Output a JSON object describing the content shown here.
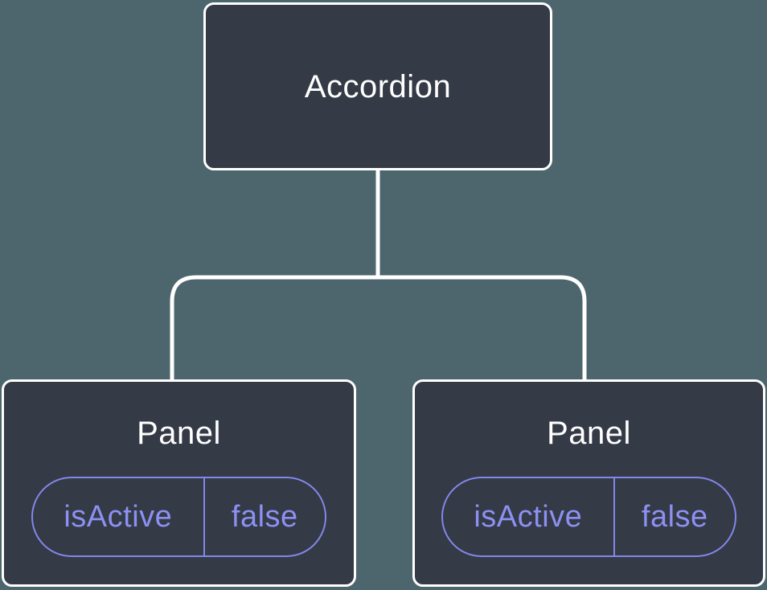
{
  "meta": {
    "background_color": "#4D666E",
    "node_fill_color": "#343A46",
    "node_border_color": "#FFFFFF",
    "connector_color": "#FFFFFF",
    "title_text_color": "#FFFFFF",
    "state_accent_color": "#8287EA",
    "state_text_color": "#8C90F2"
  },
  "tree": {
    "root": {
      "label": "Accordion"
    },
    "children": [
      {
        "label": "Panel",
        "state": {
          "key": "isActive",
          "value": "false"
        }
      },
      {
        "label": "Panel",
        "state": {
          "key": "isActive",
          "value": "false"
        }
      }
    ]
  }
}
